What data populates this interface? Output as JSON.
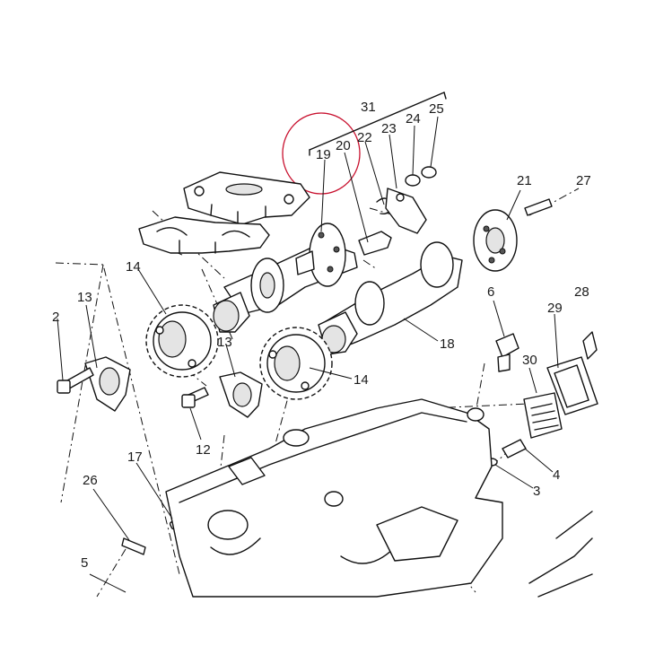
{
  "diagram": {
    "kind": "exploded-parts",
    "highlight_color": "#c8102e",
    "line_color": "#111111"
  },
  "callouts": {
    "c31": "31",
    "c25": "25",
    "c24": "24",
    "c23": "23",
    "c22": "22",
    "c20": "20",
    "c19": "19",
    "c21": "21",
    "c27": "27",
    "c14a": "14",
    "c13a": "13",
    "c2": "2",
    "c6": "6",
    "c29": "29",
    "c28": "28",
    "c18": "18",
    "c13b": "13",
    "c14b": "14",
    "c30": "30",
    "c12": "12",
    "c17": "17",
    "c26": "26",
    "c4": "4",
    "c3": "3",
    "c5": "5"
  }
}
